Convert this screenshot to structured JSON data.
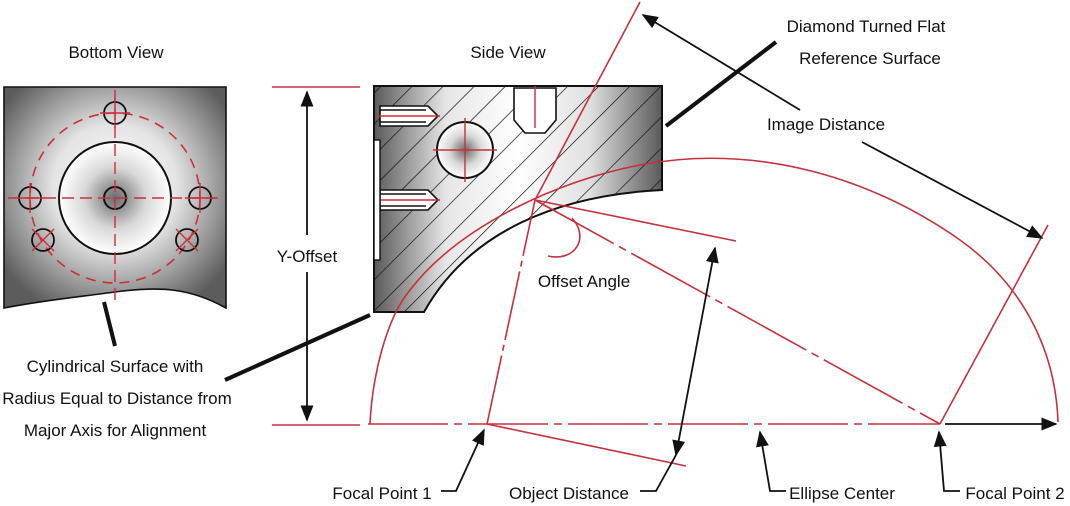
{
  "labels": {
    "bottom_view": "Bottom View",
    "side_view": "Side View",
    "diamond_line1": "Diamond Turned Flat",
    "diamond_line2": "Reference Surface",
    "image_distance": "Image Distance",
    "y_offset": "Y-Offset",
    "offset_angle": "Offset Angle",
    "cyl_line1": "Cylindrical Surface with",
    "cyl_line2": "Radius Equal to Distance from",
    "cyl_line3": "Major Axis for Alignment",
    "focal_point_1": "Focal Point 1",
    "object_distance": "Object Distance",
    "ellipse_center": "Ellipse Center",
    "focal_point_2": "Focal Point 2"
  },
  "colors": {
    "construction": "#c8303a",
    "outline": "#111111",
    "metal_light": "#ffffff",
    "metal_dark": "#555555"
  }
}
